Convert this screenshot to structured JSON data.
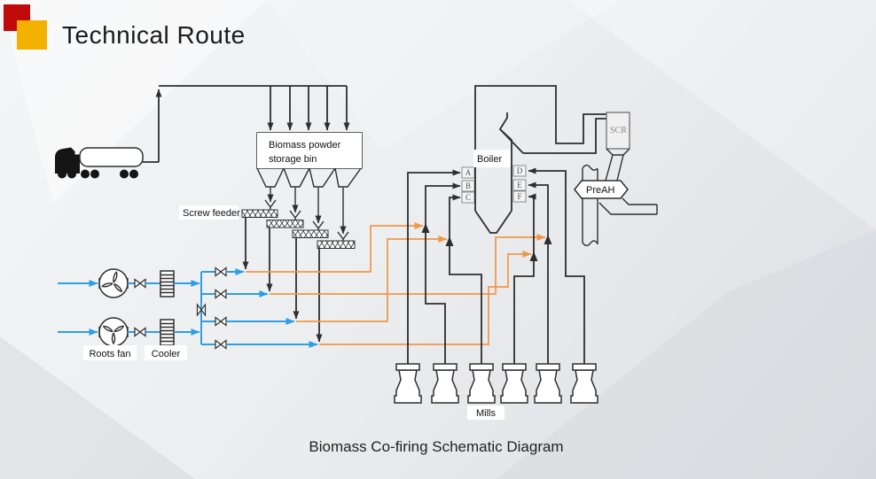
{
  "header": {
    "title": "Technical Route"
  },
  "caption": "Biomass Co-firing Schematic Diagram",
  "labels": {
    "storage_bin_line1": "Biomass powder",
    "storage_bin_line2": "storage bin",
    "screw_feeder": "Screw feeder",
    "roots_fan": "Roots fan",
    "cooler": "Cooler",
    "boiler": "Boiler",
    "mills": "Mills",
    "scr": "SCR",
    "preah": "PreAH"
  },
  "burners": [
    "A",
    "B",
    "C",
    "D",
    "E",
    "F"
  ],
  "icons": [
    "truck-icon",
    "storage-bin",
    "hopper",
    "screw-feeder",
    "funnel",
    "roots-fan-icon",
    "valve-icon",
    "cooler-icon",
    "boiler",
    "scr-reactor",
    "air-preheater",
    "mill-icon",
    "flow-arrow"
  ],
  "colors": {
    "line": "#2e2e2e",
    "air": "#2f9fe5",
    "mix": "#f0974a",
    "accent_red": "#c00b0b",
    "accent_yellow": "#f2b100",
    "label_gray": "#8a8a8a"
  }
}
